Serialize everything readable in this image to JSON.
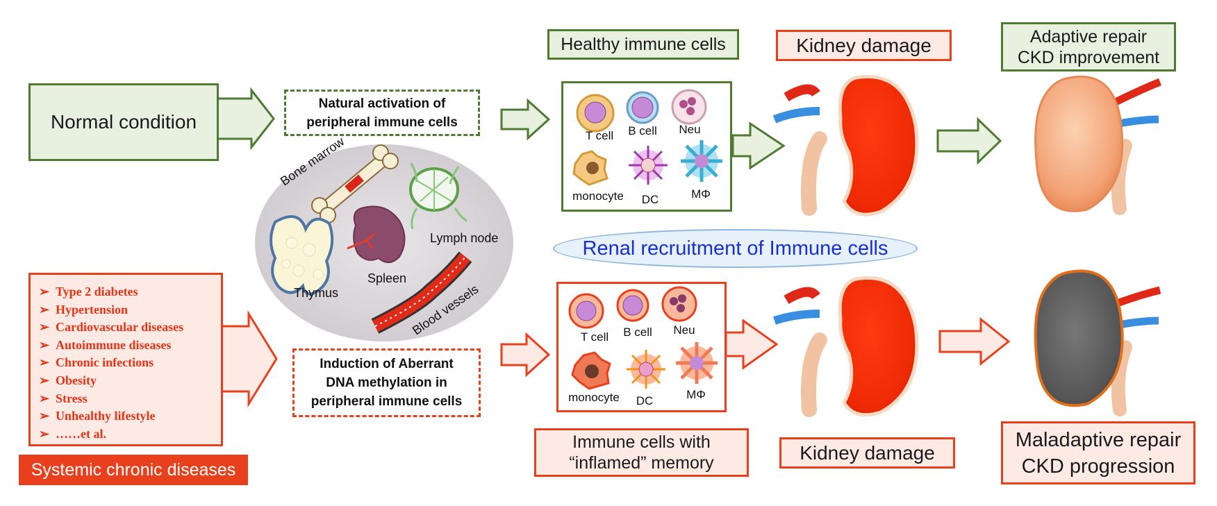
{
  "boxes": {
    "normal_condition": "Normal condition",
    "natural_activation": [
      "Natural activation of",
      "peripheral immune cells"
    ],
    "healthy_immune_cells": "Healthy immune cells",
    "kidney_damage_top": "Kidney damage",
    "adaptive_repair": [
      "Adaptive repair",
      "CKD improvement"
    ],
    "renal_recruitment": "Renal recruitment of Immune cells",
    "induction": [
      "Induction of Aberrant",
      "DNA methylation in",
      "peripheral immune cells"
    ],
    "inflamed_memory": [
      "Immune cells with",
      "“inflamed” memory"
    ],
    "kidney_damage_bottom": "Kidney damage",
    "maladaptive_repair": [
      "Maladaptive repair",
      "CKD progression"
    ],
    "systemic_chronic": "Systemic chronic diseases"
  },
  "diseases": {
    "bullet": "➢",
    "items": [
      "Type 2 diabetes",
      "Hypertension",
      "Cardiovascular diseases",
      "Autoimmune diseases",
      "Chronic infections",
      "Obesity",
      "Stress",
      "Unhealthy lifestyle",
      "……et al."
    ]
  },
  "organs": {
    "bone_marrow": "Bone marrow",
    "lymph_node": "Lymph node",
    "spleen": "Spleen",
    "thymus": "Thymus",
    "blood_vessels": "Blood vessels"
  },
  "cells_top": {
    "t_cell": "T cell",
    "b_cell": "B cell",
    "neu": "Neu",
    "monocyte": "monocyte",
    "dc": "DC",
    "macrophage": "MΦ"
  },
  "cells_bottom": {
    "t_cell": "T cell",
    "b_cell": "B cell",
    "neu": "Neu",
    "monocyte": "monocyte",
    "dc": "DC",
    "macrophage": "MΦ"
  },
  "colors": {
    "green_border": "#4f7a31",
    "green_fill": "#e8f1df",
    "red_border": "#e8401d",
    "red_fill": "#fdeae4",
    "recruitment_text": "#1a2fd1",
    "disease_text": "#e53315"
  }
}
